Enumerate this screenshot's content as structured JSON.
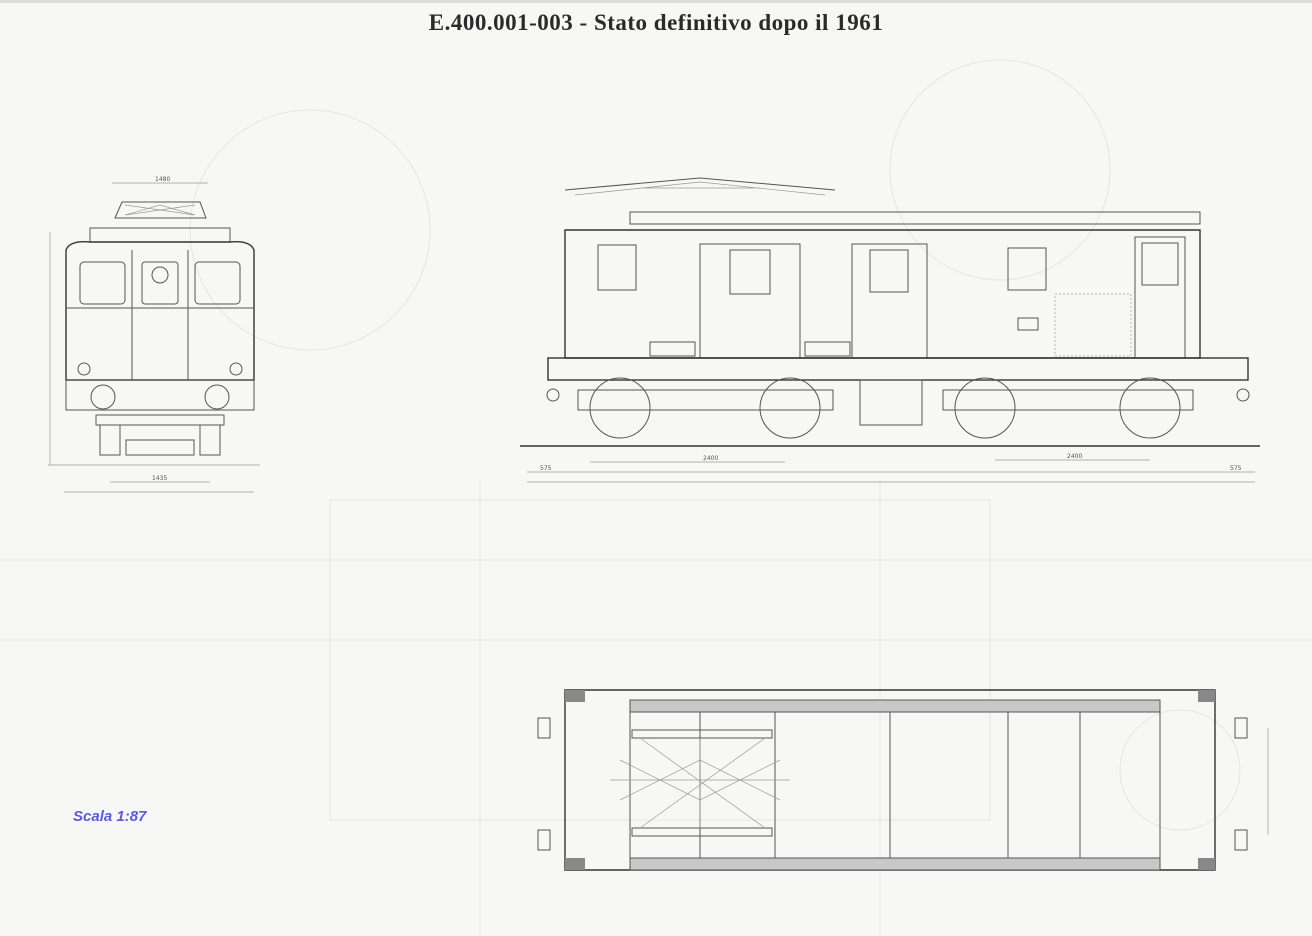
{
  "title": "E.400.001-003 - Stato definitivo dopo il 1961",
  "scale_label": "Scala 1:87",
  "front_view": {
    "dimensions": [
      "1480",
      "1435"
    ]
  },
  "side_view": {
    "dimensions": [
      "575",
      "2400",
      "2400",
      "575"
    ]
  },
  "colors": {
    "line": "#555555",
    "scale_label": "#5a5ae0",
    "paper": "#f7f7f5"
  }
}
